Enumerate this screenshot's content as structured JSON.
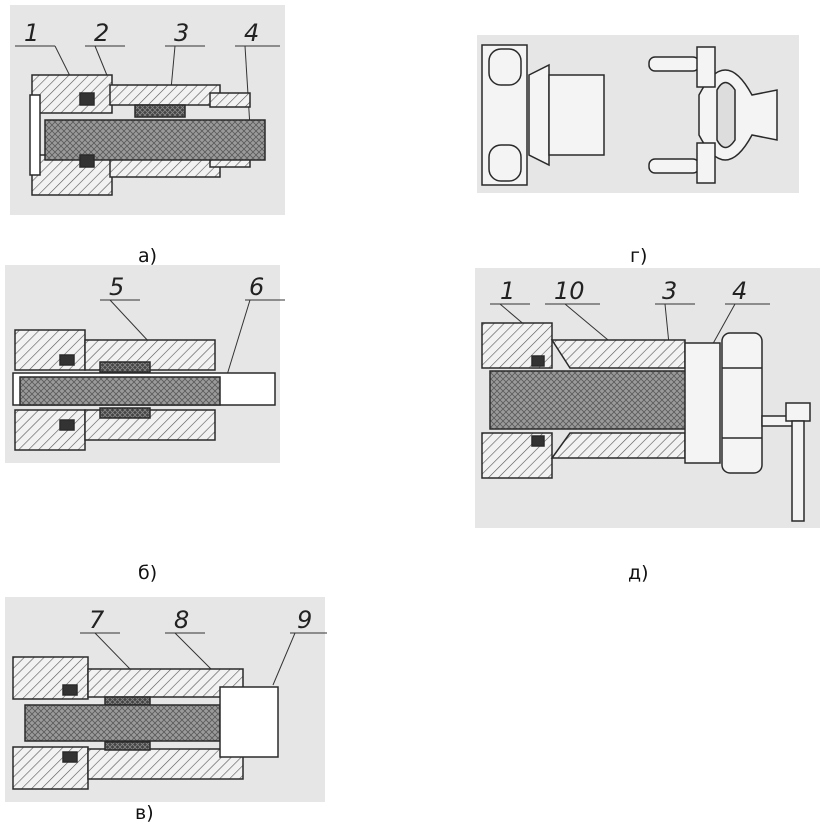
{
  "figures": [
    {
      "caption": "а)",
      "callouts": [
        "1",
        "2",
        "3",
        "4"
      ]
    },
    {
      "caption": "б)",
      "callouts": [
        "5",
        "6"
      ]
    },
    {
      "caption": "в)",
      "callouts": [
        "7",
        "8",
        "9"
      ]
    },
    {
      "caption": "г)",
      "callouts": []
    },
    {
      "caption": "д)",
      "callouts": [
        "1",
        "10",
        "3",
        "4"
      ]
    }
  ],
  "colors": {
    "background": "#ffffff",
    "panel_bg": "#e6e6e6",
    "line": "#2a2a2a",
    "hatch": "#555555",
    "cable_core": "#8c8c8c"
  }
}
